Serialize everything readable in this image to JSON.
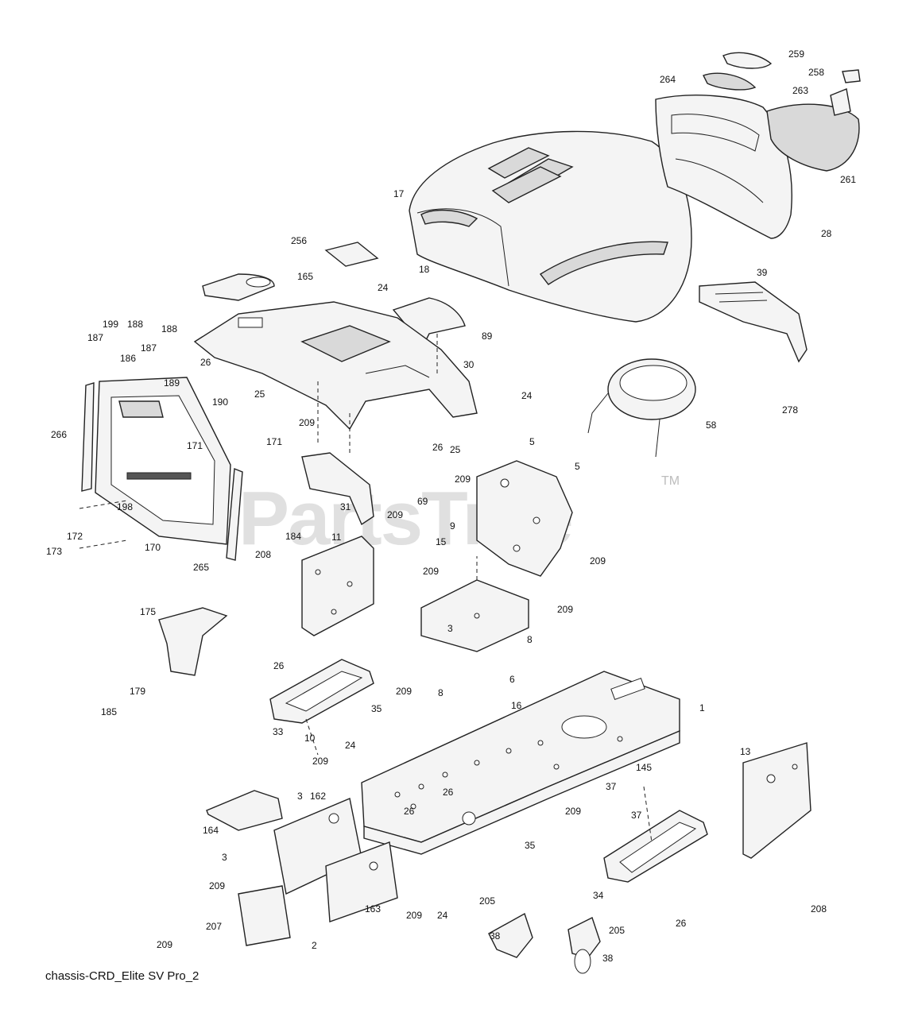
{
  "watermark": {
    "text": "PartsTree",
    "tm": "TM"
  },
  "caption": "chassis-CRD_Elite SV Pro_2",
  "callouts": [
    "259",
    "264",
    "258",
    "263",
    "261",
    "28",
    "17",
    "18",
    "39",
    "256",
    "165",
    "24",
    "89",
    "30",
    "199",
    "188",
    "187",
    "186",
    "187",
    "188",
    "189",
    "190",
    "26",
    "25",
    "24",
    "26",
    "25",
    "209",
    "5",
    "5",
    "58",
    "278",
    "171",
    "171",
    "266",
    "198",
    "172",
    "173",
    "170",
    "184",
    "265",
    "31",
    "209",
    "69",
    "209",
    "9",
    "15",
    "209",
    "208",
    "11",
    "175",
    "209",
    "209",
    "3",
    "8",
    "8",
    "6",
    "26",
    "209",
    "35",
    "33",
    "10",
    "179",
    "185",
    "16",
    "1",
    "13",
    "24",
    "209",
    "3",
    "162",
    "164",
    "3",
    "26",
    "26",
    "145",
    "37",
    "37",
    "209",
    "35",
    "34",
    "208",
    "26",
    "209",
    "207",
    "209",
    "2",
    "163",
    "209",
    "24",
    "205",
    "38",
    "205",
    "38"
  ]
}
